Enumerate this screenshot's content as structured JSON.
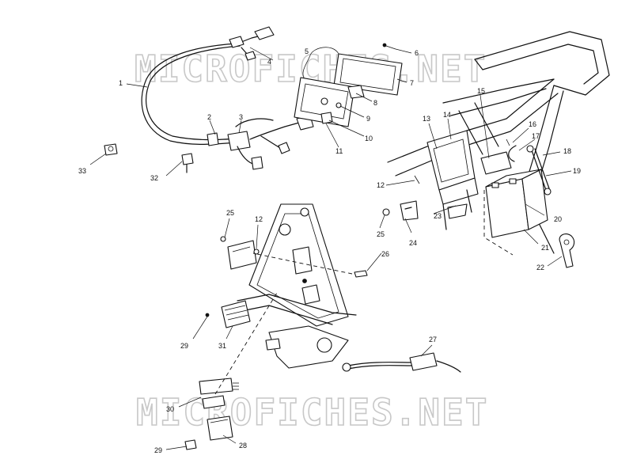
{
  "watermarks": [
    "MICROFICHES.NET",
    "MICROFICHES.NET"
  ],
  "callouts": [
    "1",
    "2",
    "3",
    "4",
    "5",
    "6",
    "7",
    "8",
    "9",
    "10",
    "11",
    "12",
    "13",
    "14",
    "15",
    "16",
    "17",
    "18",
    "19",
    "20",
    "21",
    "22",
    "23",
    "24",
    "25",
    "25",
    "26",
    "27",
    "28",
    "29",
    "29",
    "30",
    "31",
    "32",
    "33",
    "12"
  ]
}
